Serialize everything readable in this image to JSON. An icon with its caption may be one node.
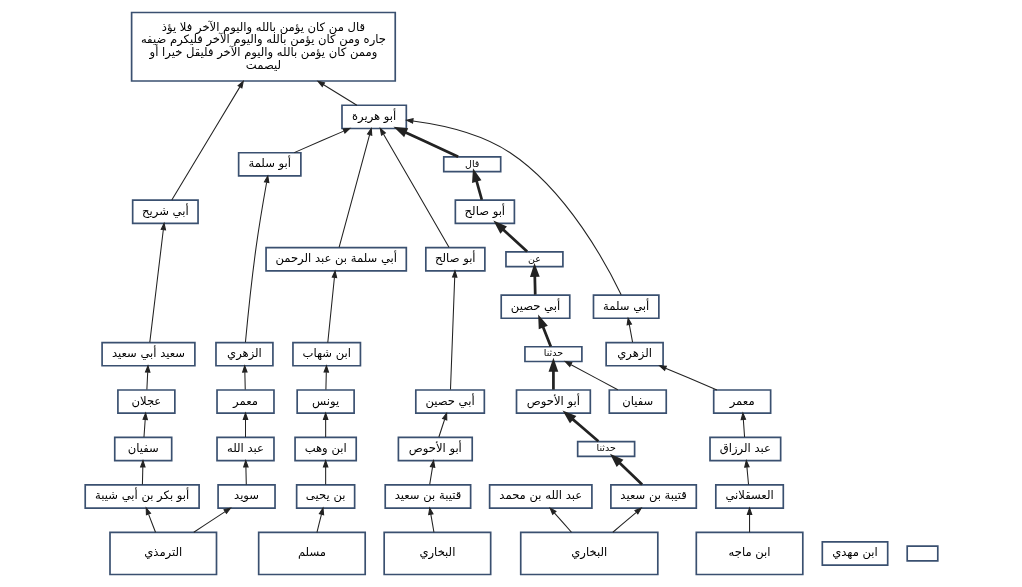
{
  "diagram": {
    "nodes": [
      {
        "text": [
          "قال من كان يؤمن بالله واليوم الآخر فلا يؤذ جاره ومن كان يؤمن بالله واليوم الآخر فليكرم ضيفه وممن كان يؤمن بالله واليوم الآخر فليقل خيرا أو ليصمت"
        ]
      },
      {
        "text": [
          "أبو هريرة"
        ]
      },
      {
        "text": [
          "قال"
        ]
      },
      {
        "text": [
          "أبو صالح"
        ]
      },
      {
        "text": [
          "عن"
        ]
      },
      {
        "text": [
          "أبي حصين"
        ]
      },
      {
        "text": [
          "حدثنا"
        ]
      },
      {
        "text": [
          "أبي شريح"
        ]
      },
      {
        "text": [
          "سعيد أبي سعيد"
        ]
      },
      {
        "text": [
          "عجلان"
        ]
      },
      {
        "text": [
          "سفيان"
        ]
      },
      {
        "text": [
          "أبو بكر بن أبي شيبة"
        ]
      },
      {
        "text": [
          "أبو سلمة"
        ]
      },
      {
        "text": [
          "الزهري"
        ]
      },
      {
        "text": [
          "معمر"
        ]
      },
      {
        "text": [
          "عبد الله"
        ]
      },
      {
        "text": [
          "سويد"
        ]
      },
      {
        "text": [
          "أبي سلمة بن عبد الرحمن"
        ]
      },
      {
        "text": [
          "ابن شهاب"
        ]
      },
      {
        "text": [
          "يونس"
        ]
      },
      {
        "text": [
          "ابن وهب"
        ]
      },
      {
        "text": [
          "بن يحيى"
        ]
      },
      {
        "text": [
          "أبو صالح"
        ]
      },
      {
        "text": [
          "أبي حصين"
        ]
      },
      {
        "text": [
          "أبو الأحوص"
        ]
      },
      {
        "text": [
          "قتيبة بن سعيد"
        ]
      },
      {
        "text": [
          "أبي سلمة"
        ]
      },
      {
        "text": [
          "الزهري"
        ]
      },
      {
        "text": [
          "معمر"
        ]
      },
      {
        "text": [
          "عبد الرزاق"
        ]
      },
      {
        "text": [
          "العسقلاني"
        ]
      },
      {
        "text": [
          "أبو الأحوص"
        ]
      },
      {
        "text": [
          "سفيان"
        ]
      },
      {
        "text": [
          "حدثنا"
        ]
      },
      {
        "text": [
          "ابن مهدي"
        ]
      },
      {
        "text": [
          "قتيبة بن سعيد"
        ]
      },
      {
        "text": [
          "عبد الله بن محمد"
        ]
      },
      {
        "text": [
          "الترمذي"
        ]
      },
      {
        "text": [
          "مسلم"
        ]
      },
      {
        "text": [
          "البخاري"
        ]
      },
      {
        "text": [
          "ابن ماجه"
        ]
      },
      {
        "text": [
          "البخاري"
        ]
      },
      {
        "text": [],
        "shape": "box"
      }
    ],
    "edges": [
      {
        "from": 1,
        "to": 0,
        "arrow": "to"
      },
      {
        "from": 7,
        "to": 0,
        "arrow": "to"
      },
      {
        "from": 12,
        "to": 1,
        "arrow": "to"
      },
      {
        "from": 17,
        "to": 1,
        "arrow": "to"
      },
      {
        "from": 22,
        "to": 1,
        "arrow": "to"
      },
      {
        "from": 26,
        "to": 1,
        "arrow": "to"
      },
      {
        "from": 2,
        "to": 1,
        "arrow": "to",
        "style": "thick"
      },
      {
        "from": 3,
        "to": 2,
        "arrow": "to",
        "style": "thick"
      },
      {
        "from": 4,
        "to": 3,
        "arrow": "to",
        "style": "thick"
      },
      {
        "from": 5,
        "to": 4,
        "arrow": "to",
        "style": "thick"
      },
      {
        "from": 6,
        "to": 5,
        "arrow": "to",
        "style": "thick"
      },
      {
        "from": 31,
        "to": 6,
        "arrow": "to",
        "style": "thick"
      },
      {
        "from": 32,
        "to": 6,
        "arrow": "to"
      },
      {
        "from": 33,
        "to": 31,
        "arrow": "to",
        "style": "thick"
      },
      {
        "from": 35,
        "to": 33,
        "arrow": "to",
        "style": "thick"
      },
      {
        "from": 8,
        "to": 7,
        "arrow": "to"
      },
      {
        "from": 9,
        "to": 8,
        "arrow": "to"
      },
      {
        "from": 10,
        "to": 9,
        "arrow": "to"
      },
      {
        "from": 11,
        "to": 10,
        "arrow": "to"
      },
      {
        "from": 37,
        "to": 11,
        "arrow": "to"
      },
      {
        "from": 37,
        "to": 16,
        "arrow": "to"
      },
      {
        "from": 13,
        "to": 12,
        "arrow": "to"
      },
      {
        "from": 14,
        "to": 13,
        "arrow": "to"
      },
      {
        "from": 15,
        "to": 14,
        "arrow": "to"
      },
      {
        "from": 16,
        "to": 15,
        "arrow": "to"
      },
      {
        "from": 18,
        "to": 17,
        "arrow": "to"
      },
      {
        "from": 19,
        "to": 18,
        "arrow": "to"
      },
      {
        "from": 20,
        "to": 19,
        "arrow": "to"
      },
      {
        "from": 21,
        "to": 20,
        "arrow": "to"
      },
      {
        "from": 38,
        "to": 21,
        "arrow": "to"
      },
      {
        "from": 23,
        "to": 22,
        "arrow": "to"
      },
      {
        "from": 24,
        "to": 23,
        "arrow": "to"
      },
      {
        "from": 25,
        "to": 24,
        "arrow": "to"
      },
      {
        "from": 39,
        "to": 25,
        "arrow": "to"
      },
      {
        "from": 27,
        "to": 26,
        "arrow": "to"
      },
      {
        "from": 28,
        "to": 27,
        "arrow": "to"
      },
      {
        "from": 29,
        "to": 28,
        "arrow": "to"
      },
      {
        "from": 30,
        "to": 29,
        "arrow": "to"
      },
      {
        "from": 40,
        "to": 30,
        "arrow": "to"
      },
      {
        "from": 41,
        "to": 35,
        "arrow": "to"
      },
      {
        "from": 41,
        "to": 36,
        "arrow": "to"
      }
    ]
  }
}
